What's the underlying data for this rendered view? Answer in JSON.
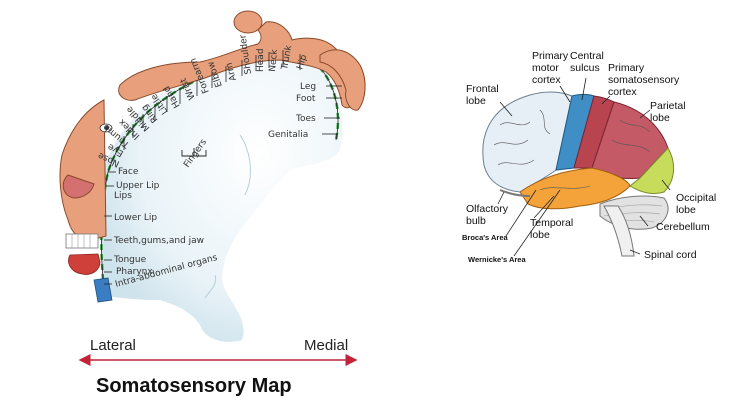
{
  "homunculus": {
    "labels": {
      "hip": "Hip",
      "trunk": "Trunk",
      "neck": "Neck",
      "head": "Head",
      "shoulder": "Shoulder",
      "arm": "Arm",
      "elbow": "Elbow",
      "forearm": "Forearm",
      "wrist": "Wrist",
      "hand": "Hand",
      "little": "Little",
      "ring": "Ring",
      "middle": "Middle",
      "index": "Index",
      "thumb": "Thumb",
      "eye": "Eye",
      "nose": "Nose",
      "fingers": "Fingers",
      "leg": "Leg",
      "foot": "Foot",
      "toes": "Toes",
      "genitalia": "Genitalia",
      "face": "Face",
      "upper_lip": "Upper Lip",
      "lips": "Lips",
      "lower_lip": "Lower Lip",
      "teeth": "Teeth,gums,and jaw",
      "tongue": "Tongue",
      "pharynx": "Pharynx",
      "intra": "Intra-abdominal organs"
    },
    "lateral": "Lateral",
    "medial": "Medial",
    "title": "Somatosensory Map"
  },
  "brain": {
    "labels": {
      "primary_motor": [
        "Primary",
        "motor",
        "cortex"
      ],
      "central_sulcus": [
        "Central",
        "sulcus"
      ],
      "primary_somato": [
        "Primary",
        "somatosensory",
        "cortex"
      ],
      "frontal": [
        "Frontal",
        "lobe"
      ],
      "parietal": [
        "Parietal",
        "lobe"
      ],
      "occipital": [
        "Occipital",
        "lobe"
      ],
      "cerebellum": "Cerebellum",
      "olfactory": [
        "Olfactory",
        "bulb"
      ],
      "temporal": [
        "Temporal",
        "lobe"
      ],
      "brocas": "Broca's Area",
      "wernickes": "Wernicke's Area",
      "spinal": "Spinal cord"
    },
    "colors": {
      "frontal": "#e6eef6",
      "motor": "#3f8fc6",
      "somatosensory": "#b84450",
      "parietal": "#c45a66",
      "occipital": "#c6dc5a",
      "temporal": "#f3a33a",
      "cerebellum": "#e2e2e2",
      "stem": "#f0f0f0"
    }
  }
}
